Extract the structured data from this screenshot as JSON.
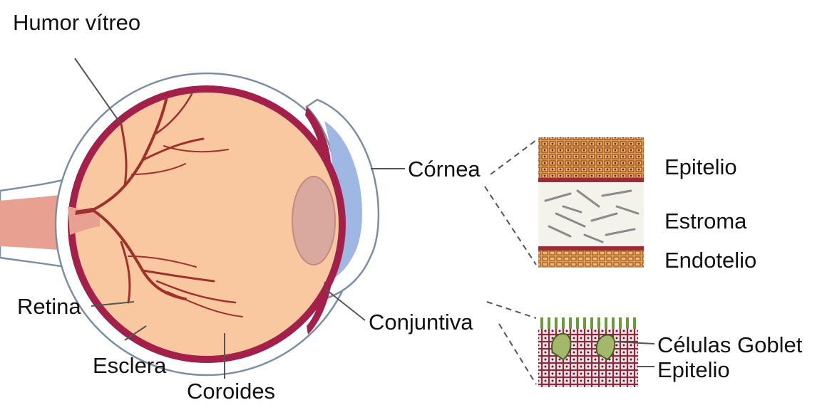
{
  "labels": {
    "humor_vitreo": "Humor vítreo",
    "retina": "Retina",
    "esclera": "Esclera",
    "coroides": "Coroides",
    "cornea": "Córnea",
    "conjuntiva": "Conjuntiva",
    "epitelio_cornea": "Epitelio",
    "estroma": "Estroma",
    "endotelio": "Endotelio",
    "celulas_goblet": "Células Goblet",
    "epitelio_conjuntiva": "Epitelio"
  },
  "colors": {
    "vitreous": "#f9c8a0",
    "choroid": "#a3204a",
    "sclera": "#ffffff",
    "sclera_outline": "#7b8ea6",
    "vessel": "#a0302c",
    "cornea_blue": "#9fb8e3",
    "lens": "#d9a9a0",
    "tissue_orange": "#d9822b",
    "leader": "#555555"
  },
  "icons": {
    "eye": "eye-cross-section-illustration",
    "cornea_layers": "cornea-layers-illustration",
    "conjunctiva_tissue": "conjunctiva-tissue-illustration"
  }
}
